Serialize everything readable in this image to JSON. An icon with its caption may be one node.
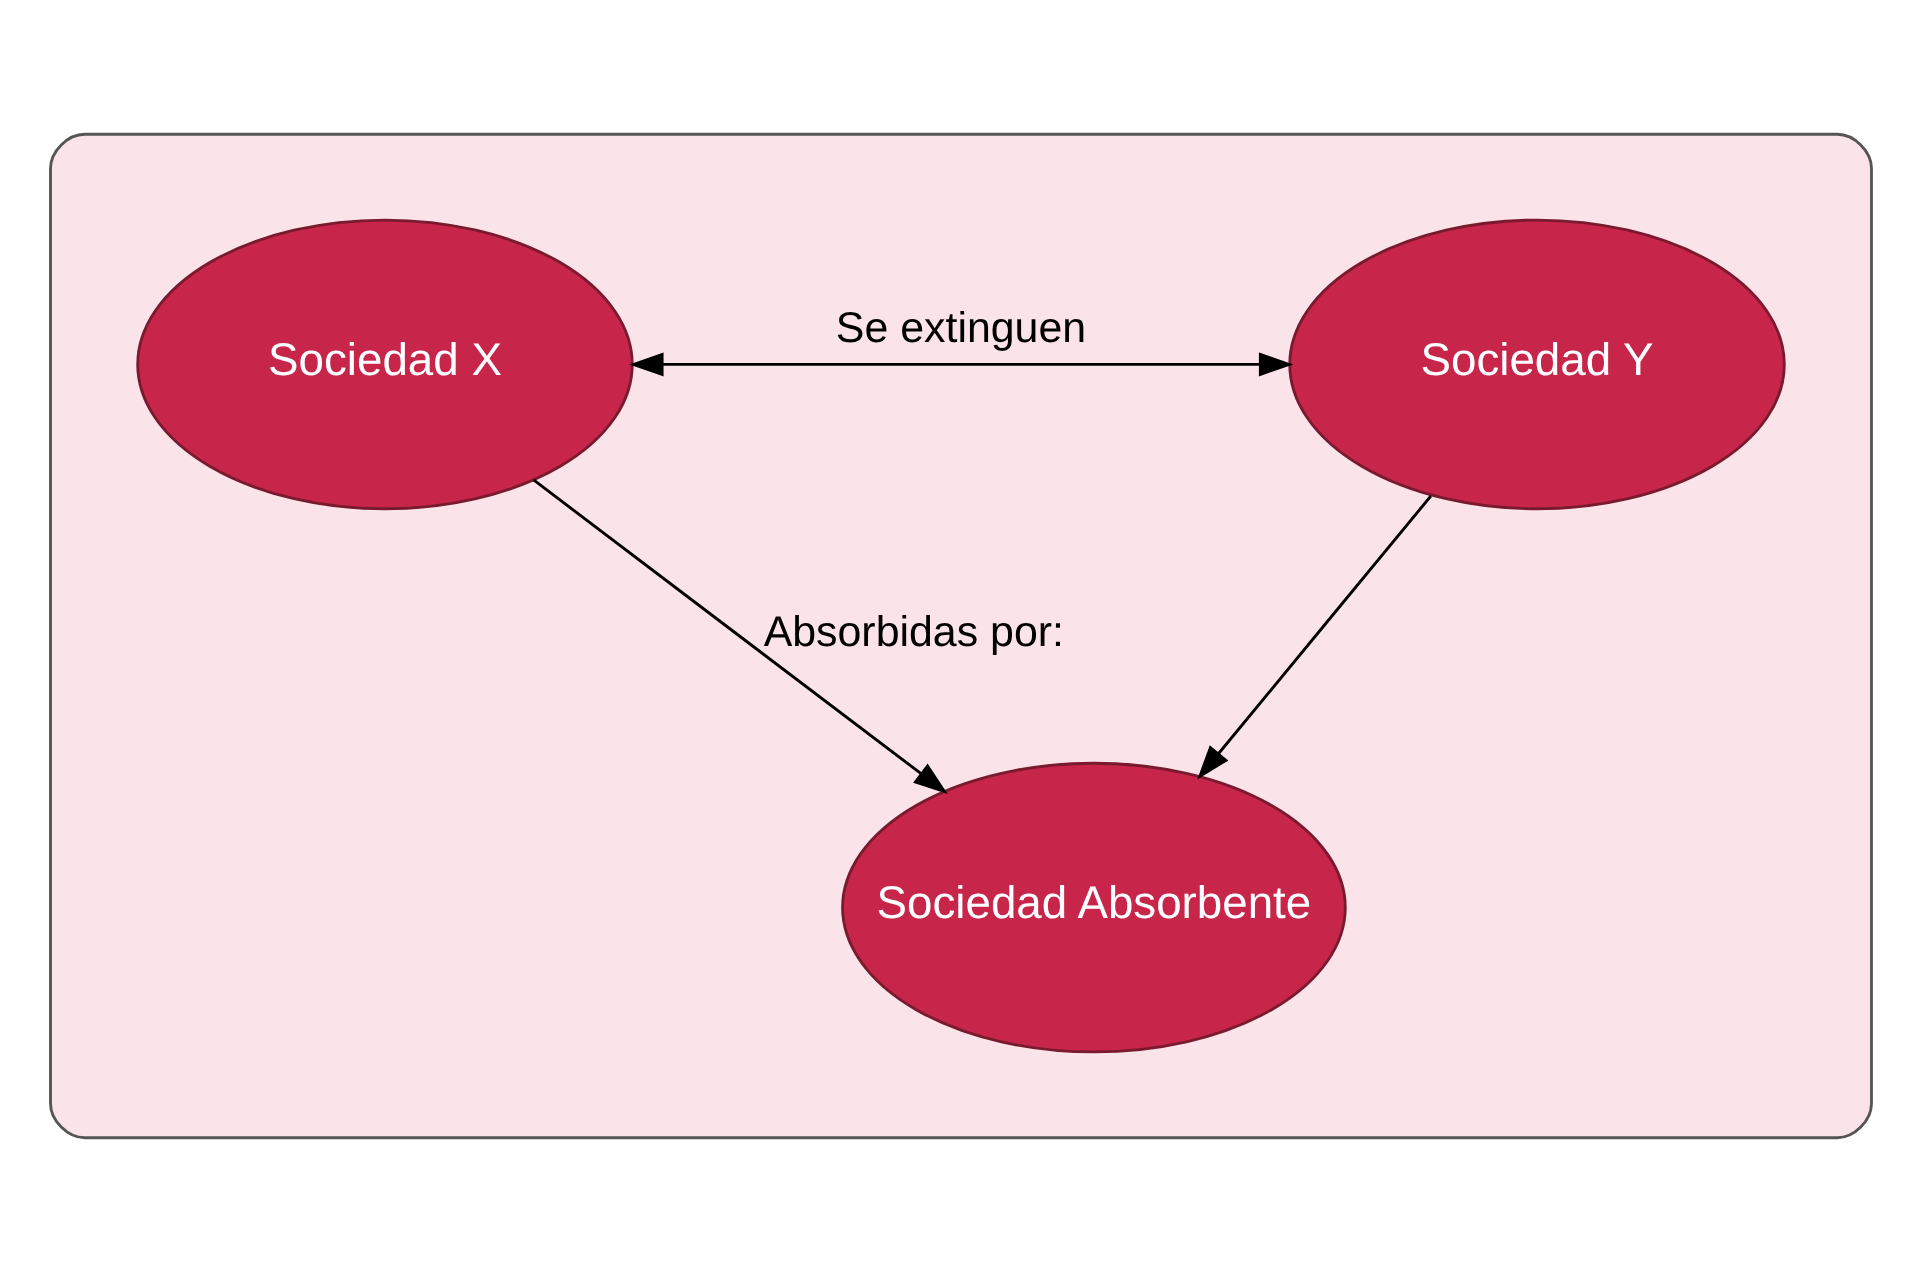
{
  "diagram": {
    "nodes": [
      {
        "text": [],
        "shape": "box"
      },
      {
        "text": [
          "Sociedad X"
        ],
        "in": 0
      },
      {
        "text": [
          "Sociedad Y"
        ],
        "in": 0
      },
      {
        "text": [
          "Sociedad Absorbente"
        ],
        "in": 0
      }
    ],
    "edges": [
      {
        "from": 1,
        "to": 2,
        "arrow": "both",
        "label": "Se extinguen"
      },
      {
        "from": 1,
        "to": 3,
        "arrow": "to",
        "label": "Absorbidas por:"
      },
      {
        "from": 2,
        "to": 3,
        "arrow": "to"
      }
    ]
  }
}
